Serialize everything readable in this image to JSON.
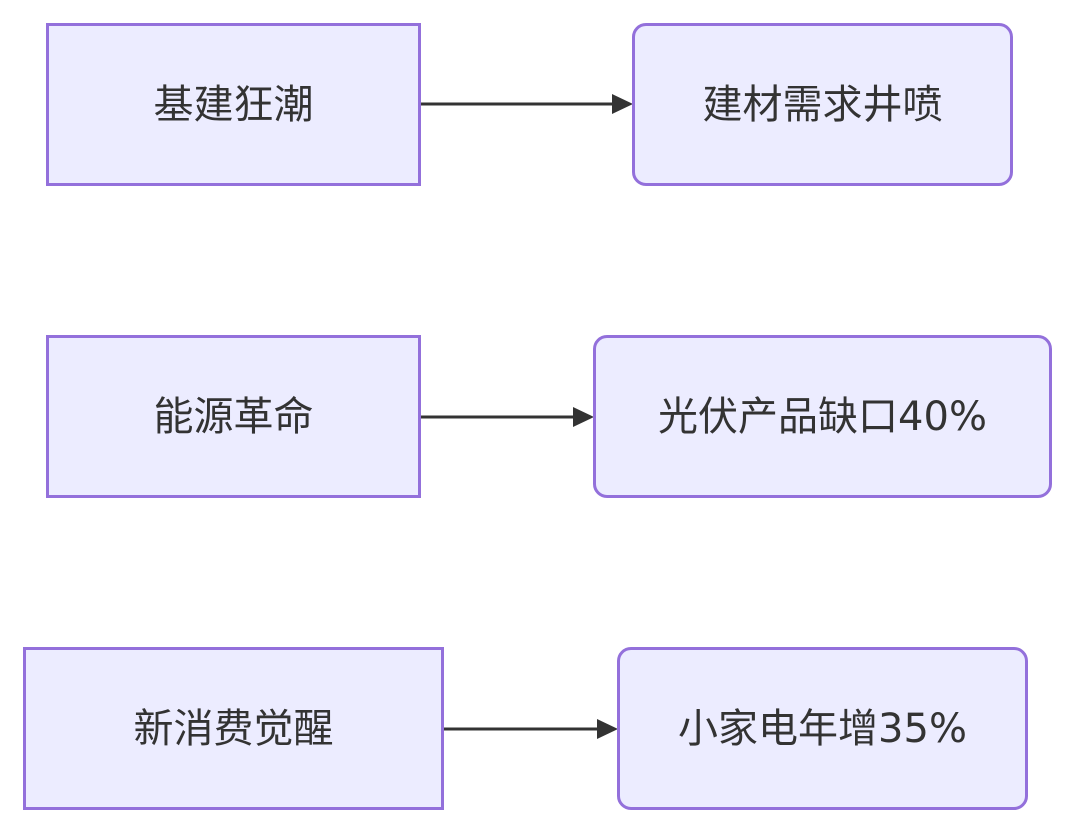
{
  "flows": [
    {
      "cause": "基建狂潮",
      "effect": "建材需求井喷"
    },
    {
      "cause": "能源革命",
      "effect": "光伏产品缺口40%"
    },
    {
      "cause": "新消费觉醒",
      "effect": "小家电年增35%"
    }
  ],
  "colors": {
    "node_fill": "#ececff",
    "node_border": "#9370db",
    "text": "#333333",
    "edge": "#333333"
  }
}
